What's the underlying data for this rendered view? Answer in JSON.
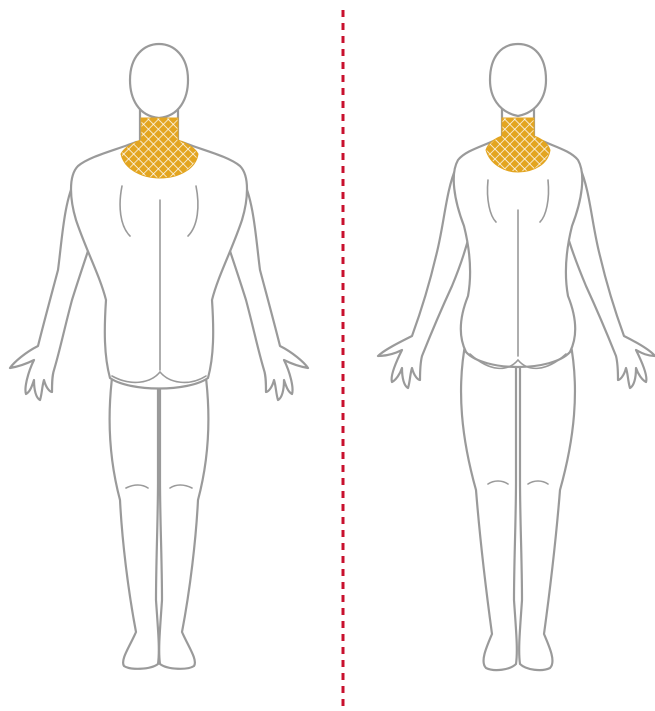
{
  "colors": {
    "highlight": "#e3a520",
    "highlight_mesh": "#ffffff",
    "outline": "#9a9a9a",
    "divider": "#c8102e"
  },
  "figures": [
    {
      "name": "male-back-view",
      "highlighted_region": "neck"
    },
    {
      "name": "female-back-view",
      "highlighted_region": "neck"
    }
  ]
}
